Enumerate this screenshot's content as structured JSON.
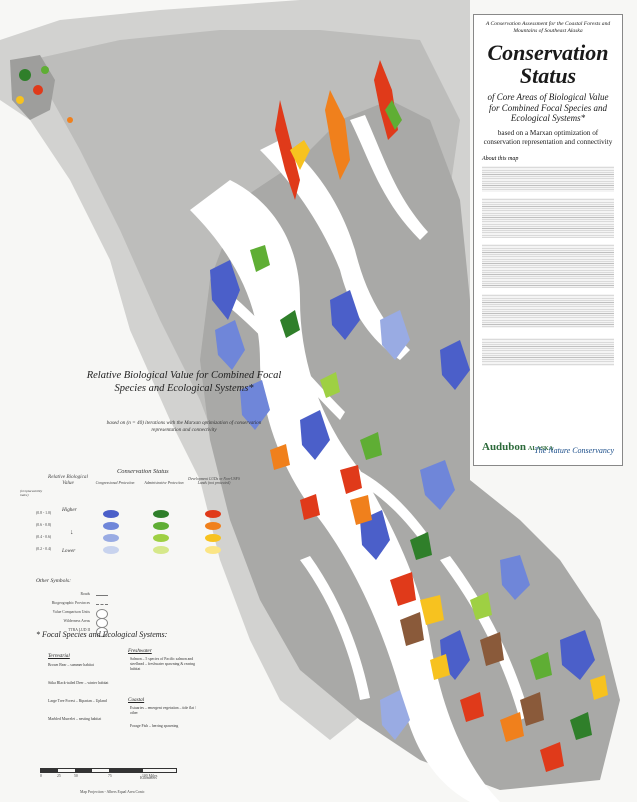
{
  "title_panel": {
    "kicker": "A Conservation Assessment for the Coastal Forests and Mountains of Southeast Alaska",
    "title_line1": "Conservation",
    "title_line2": "Status",
    "subtitle": "of Core Areas of Biological Value for Combined Focal Species and Ecological Systems*",
    "subtitle2": "based on a Marxan optimization of conservation representation and connectivity",
    "about_heading": "About this map",
    "organizations": [
      "Audubon",
      "ALASKA",
      "The Nature Conservancy"
    ]
  },
  "legend": {
    "title": "Relative Biological Value for Combined Focal Species and Ecological Systems*",
    "subtitle": "based on (n = 40) iterations with the Marxan optimization of conservation representation and connectivity",
    "conservation_status_heading": "Conservation Status",
    "columns": [
      "Congressional Protection",
      "Administrative Protection",
      "Development LUDs or Non-USFS Lands (not protected)"
    ],
    "row_header": "Relative Biological Value",
    "irreplaceability_label": "(irreplaceability index)",
    "higher_label": "Higher",
    "lower_label": "Lower",
    "rows": [
      {
        "range": "(0.8 - 1.0)",
        "colors": [
          "#4b5fc9",
          "#2f7f2a",
          "#e03a1a"
        ]
      },
      {
        "range": "(0.6 - 0.8)",
        "colors": [
          "#6f86d9",
          "#5fae34",
          "#f0801c"
        ]
      },
      {
        "range": "(0.4 - 0.6)",
        "colors": [
          "#99abe3",
          "#9ed043",
          "#f7c21f"
        ]
      },
      {
        "range": "(0.2 - 0.4)",
        "colors": [
          "#c8d3ee",
          "#d6e88a",
          "#fbe585"
        ]
      }
    ]
  },
  "other_symbols": {
    "heading": "Other Symbols:",
    "items": [
      "Roads",
      "Biogeographic Provinces",
      "Value Comparison Units",
      "Wilderness Areas",
      "TTRA LUD II"
    ]
  },
  "focal": {
    "heading": "* Focal Species and Ecological Systems:",
    "terrestrial_heading": "Terrestrial",
    "freshwater_heading": "Freshwater",
    "coastal_heading": "Coastal",
    "terrestrial_items": [
      "Brown Bear – summer habitat",
      "Sitka Black-tailed Deer – winter habitat",
      "Large Tree Forest – Riparian – Upland",
      "Marbled Murrelet – nesting habitat"
    ],
    "freshwater_items": [
      "Salmon – 5 species of Pacific salmon and steelhead – freshwater spawning & rearing habitat"
    ],
    "coastal_items": [
      "Estuaries – emergent vegetation – tide flat / other",
      "Forage Fish – herring spawning"
    ]
  },
  "scale": {
    "labels": [
      "0",
      "25",
      "50",
      "75",
      "100 Miles"
    ],
    "km_label": "Kilometers",
    "projection": "Map Projection - Albers Equal Area Conic"
  },
  "colors": {
    "land": "#dcdcdc",
    "water": "#ffffff",
    "high_dev": "#e03a1a",
    "admin": "#5fae34",
    "congressional": "#4b5fc9"
  }
}
